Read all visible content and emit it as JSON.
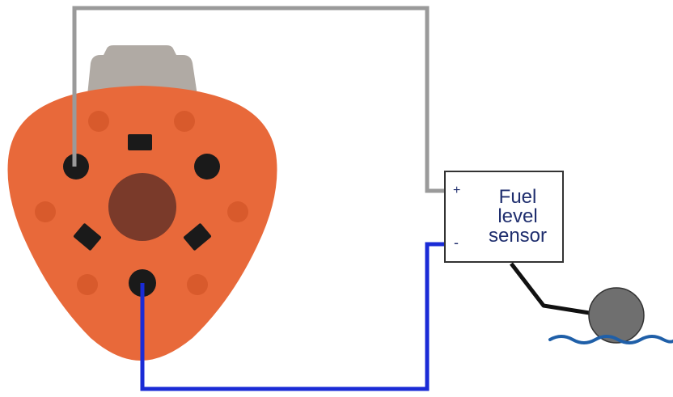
{
  "sensor": {
    "title_lines": [
      "Fuel",
      "level",
      "sensor"
    ],
    "plus_label": "+",
    "minus_label": "-"
  },
  "colors": {
    "connector_body": "#e8693a",
    "connector_shade": "#d85a2c",
    "latch": "#b0aaa4",
    "center_cavity": "#7a3a2a",
    "hole": "#1a1a1a",
    "wire_positive": "#9a9a9a",
    "wire_negative": "#1a2bd6",
    "sensor_text": "#1f2e6e",
    "sensor_border": "#333333",
    "float_arm": "#111111",
    "float_ball": "#6f6f6f",
    "water": "#1f5fa8"
  },
  "icons": {
    "connector": "deutsch-3-pin-connector-icon",
    "float": "float-ball-icon",
    "water": "water-wave-icon"
  }
}
